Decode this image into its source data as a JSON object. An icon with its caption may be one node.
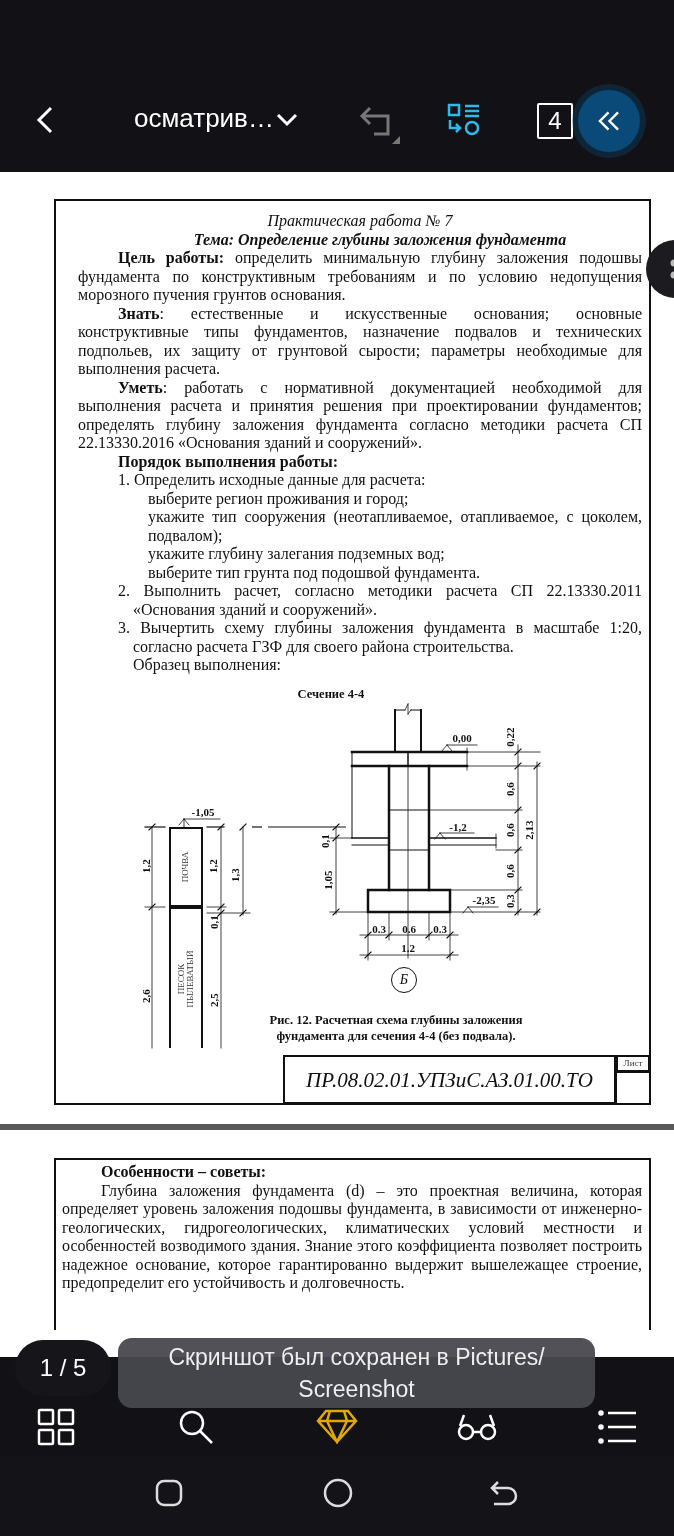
{
  "diagram": {
    "nodes": [
      {
        "text": [
          "ПОЧВА"
        ]
      },
      {
        "text": [
          "ПЕСОК ПЫЛЕВАТЫЙ"
        ]
      },
      {
        "text": [
          "Б"
        ]
      },
      {
        "text": [
          "ПР.08.02.01.УПЗиС.АЗ.01.00.ТО"
        ]
      },
      {
        "text": [
          "Лист"
        ]
      }
    ],
    "labels": [
      "осматрив…",
      "4",
      "Практическая работа № 7",
      "Тема:  Определение глубины заложения фундамента",
      "**Цель работы:** определить минимальную глубину заложения подошвы фундамента по конструктивным требованиям и по условию недопущения морозного пучения грунтов основания.",
      "**Знать**: естественные и искусственные основания; основные конструктивные типы фундаментов, назначение подвалов и технических подпольев, их защиту от грунтовой сырости; параметры необходимые для выполнения расчета.",
      "**Уметь**: работать  с нормативной документацией необходимой для выполнения расчета и принятия решения при проектировании фундаментов; определять глубину заложения фундамента согласно методики расчета  СП 22.13330.2016 «Основания зданий и сооружений».",
      "Порядок выполнения работы:",
      "1. Определить исходные данные для расчета:",
      "выберите регион проживания и город;",
      "укажите тип сооружения (неотапливаемое, отапливаемое, с цоколем, подвалом);",
      "укажите глубину залегания подземных вод;",
      "выберите тип грунта под подошвой фундамента.",
      "2. Выполнить расчет, согласно методики расчета СП 22.13330.2011 «Основания зданий и сооружений».",
      "3. Вычертить схему глубины заложения фундамента в масштабе 1:20, согласно расчета ГЗФ для своего района строительства.",
      "Образец выполнения:",
      "Сечение 4-4",
      "0,00",
      "0,22",
      "0,6",
      "-1,05",
      "-1,2",
      "0,6",
      "2,13",
      "0,1",
      "1,2",
      "1,2",
      "1,3",
      "1,05",
      "0,6",
      "-2,35",
      "0,3",
      "0,1",
      "0.3",
      "0.6",
      "0.3",
      "1.2",
      "2,6",
      "2,5",
      "Рис. 12. Расчетная схема глубины заложения фундамента для сечения 4-4 (без подвала).",
      "Особенности – советы:",
      "Глубина заложения фундамента (d) – это проектная величина, которая определяет уровень заложения подошвы фундамента, в зависимости от инженерно-геологических, гидрогеологических, климатических условий местности и особенностей возводимого здания. Знание этого коэффициента позволяет построить надежное основание, которое гарантированно выдержит вышележащее строение, предопределит его устойчивость и долговечность.",
      "1 / 5",
      "Скриншот был сохранен в  Pictures/ Screenshot"
    ]
  }
}
